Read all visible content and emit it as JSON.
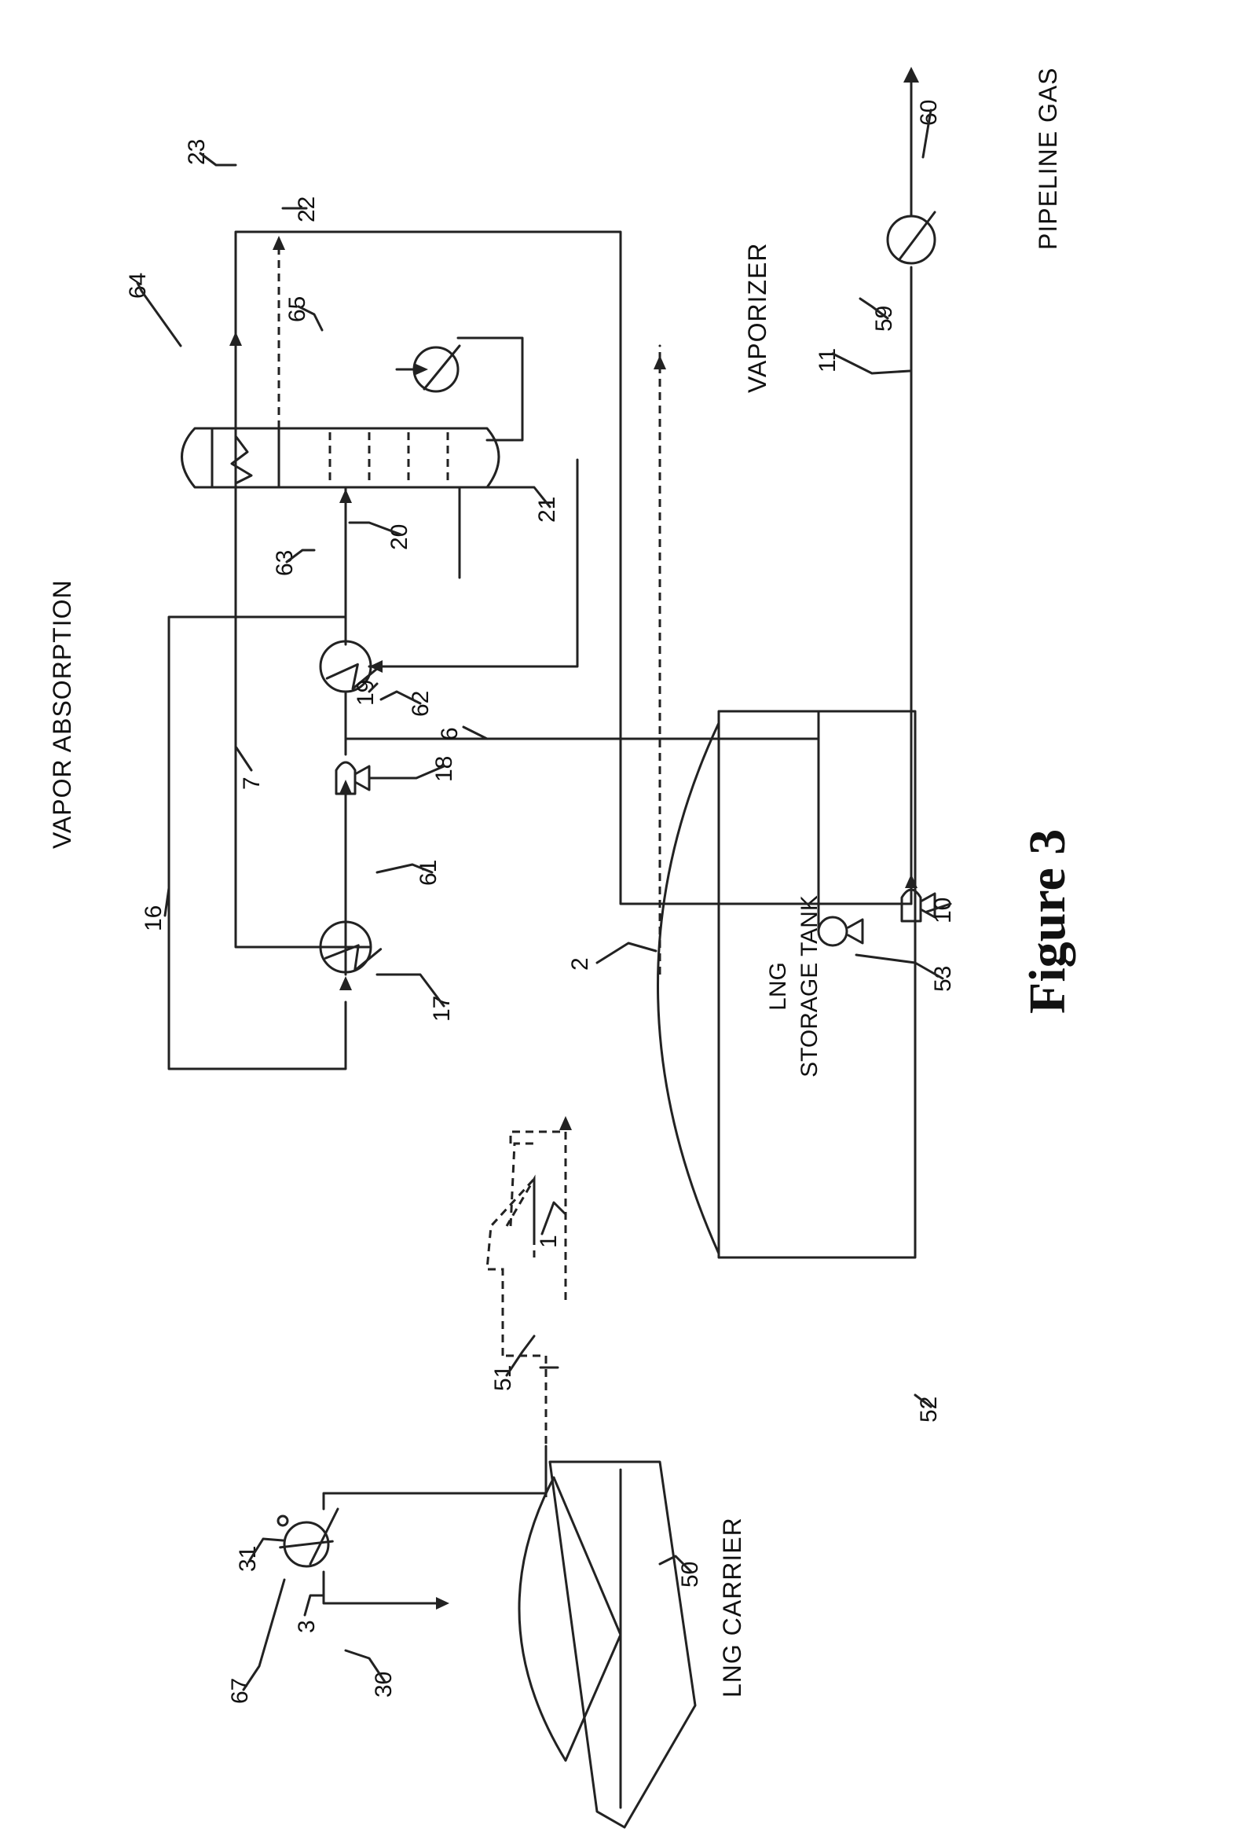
{
  "figure_caption": "Figure 3",
  "section_labels": {
    "lng_carrier": "LNG CARRIER",
    "vapor_absorption": "VAPOR ABSORPTION",
    "vaporizer": "VAPORIZER",
    "pipeline_gas": "PIPELINE GAS"
  },
  "tank_label": {
    "line1": "LNG",
    "line2": "STORAGE TANK"
  },
  "reference_numerals": {
    "n1": "1",
    "n2": "2",
    "n3": "3",
    "n6": "6",
    "n7": "7",
    "n10": "10",
    "n11": "11",
    "n16": "16",
    "n17": "17",
    "n18": "18",
    "n19": "19",
    "n20": "20",
    "n21": "21",
    "n22": "22",
    "n23": "23",
    "n30": "30",
    "n31": "31",
    "n50": "50",
    "n51": "51",
    "n52": "52",
    "n53": "53",
    "n59": "59",
    "n60": "60",
    "n61": "61",
    "n62": "62",
    "n63": "63",
    "n64": "64",
    "n65": "65",
    "n67": "67"
  },
  "icons": [
    "heat-exchanger-icon",
    "pump-icon",
    "heater-icon",
    "column-icon",
    "tank-icon",
    "ship-icon",
    "loading-arm-icon",
    "arrow-icon"
  ]
}
